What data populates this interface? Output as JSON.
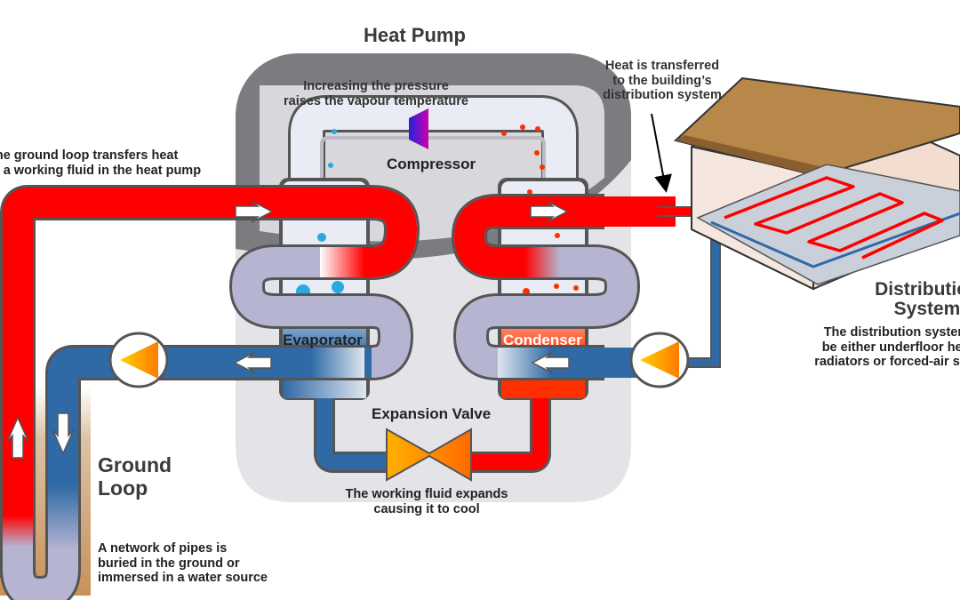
{
  "title": "Heat Pump",
  "labels": {
    "pressure_note": [
      "Increasing the pressure",
      "raises the vapour temperature"
    ],
    "compressor": "Compressor",
    "ground_loop_transfer": [
      "The ground loop transfers heat",
      "to a working fluid in the heat pump"
    ],
    "heat_transfer_note": [
      "Heat is transferred",
      "to the building’s",
      "distribution system"
    ],
    "evaporator": "Evaporator",
    "condenser": "Condenser",
    "expansion_valve": "Expansion Valve",
    "expand_note": [
      "The working fluid expands",
      "causing it to cool"
    ],
    "ground_loop_title": [
      "Ground",
      "Loop"
    ],
    "ground_loop_desc": [
      "A network of pipes is",
      "buried in the ground or",
      "immersed in a water source"
    ],
    "distribution_title": [
      "Distribution",
      "System"
    ],
    "distribution_desc": [
      "The distribution system can",
      "be either underfloor heating,",
      "radiators or forced-air systems"
    ]
  },
  "colors": {
    "hot": "#ff0000",
    "cold": "#2f6aa6",
    "ground": "#c8915a",
    "housing_dark": "#7c7b80",
    "housing_light": "#e4e4e8",
    "coil": "#b5b5d2",
    "pump_arrow": "#ff9c00"
  },
  "icons": [
    "pump-icon",
    "flow-arrow-icon",
    "expansion-valve-icon",
    "compressor-icon"
  ]
}
